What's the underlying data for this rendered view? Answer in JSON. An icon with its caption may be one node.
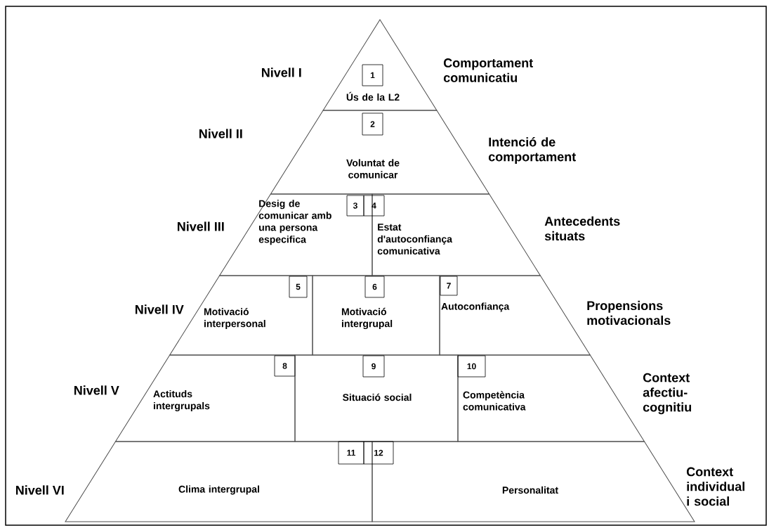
{
  "diagram": {
    "nodes": [
      {
        "text": [
          "1",
          "Ús de la L2"
        ]
      },
      {
        "text": [
          "2",
          "Voluntat de comunicar"
        ]
      },
      {
        "text": [
          "Desig de comunicar amb una persona especifica",
          "3"
        ]
      },
      {
        "text": [
          "4",
          "Estat d'autoconfiança comunicativa"
        ]
      },
      {
        "text": [
          "5",
          "Motivació interpersonal"
        ]
      },
      {
        "text": [
          "6",
          "Motivació intergrupal"
        ]
      },
      {
        "text": [
          "7",
          "Autoconfiança"
        ]
      },
      {
        "text": [
          "8",
          "Actituds intergrupals"
        ]
      },
      {
        "text": [
          "9",
          "Situació social"
        ]
      },
      {
        "text": [
          "10",
          "Competència comunicativa"
        ]
      },
      {
        "text": [
          "11",
          "Clima intergrupal"
        ]
      },
      {
        "text": [
          "12",
          "Personalitat"
        ]
      }
    ],
    "labels": [
      "Nivell I",
      "Comportament comunicatiu",
      "Nivell II",
      "Intenció de comportament",
      "Nivell III",
      "Antecedents situats",
      "Nivell IV",
      "Propensions motivacionals",
      "Nivell V",
      "Context afectiu-cognitiu",
      "Nivell VI",
      "Context individual i social"
    ]
  }
}
